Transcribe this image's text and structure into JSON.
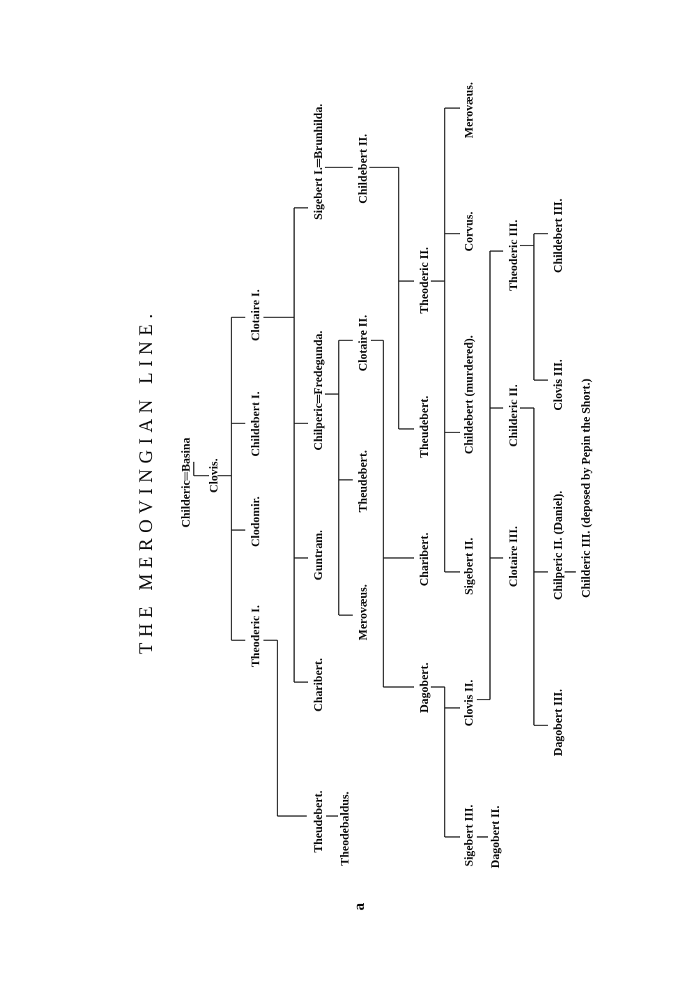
{
  "title": "THE MEROVINGIAN LINE.",
  "page_mark": "a",
  "people": {
    "childeric_basina": "Childeric═Basina",
    "clovis": "Clovis.",
    "theoderic_1": "Theoderic I.",
    "clodomir": "Clodomir.",
    "childebert_1": "Childebert I.",
    "clotaire_1": "Clotaire I.",
    "theudebert_a": "Theudebert.",
    "theodebaldus": "Theodebaldus.",
    "charibert_1": "Charibert.",
    "guntram": "Guntram.",
    "chilperic_fredegunda": "Chilperic═Fredegunda.",
    "sigebert_brunhilda": "Sigebert I.═Brunhilda.",
    "meroveus_a": "Merovæus.",
    "theudebert_b": "Theudebert.",
    "clotaire_2": "Clotaire II.",
    "childebert_2": "Childebert II.",
    "dagobert_1": "Dagobert.",
    "charibert_2": "Charibert.",
    "theudebert_c": "Theudebert.",
    "theoderic_2": "Theoderic II.",
    "sigebert_3": "Sigebert III.",
    "dagobert_2": "Dagobert II.",
    "clovis_2": "Clovis II.",
    "sigebert_2": "Sigebert II.",
    "childebert_murdered": "Childebert (murdered).",
    "corvus": "Corvus.",
    "meroveus_b": "Merovæus.",
    "clotaire_3": "Clotaire III.",
    "childeric_2": "Childeric II.",
    "theoderic_3": "Theoderic III.",
    "dagobert_3": "Dagobert III.",
    "chilperic_2": "Chilperic II. (Daniel).",
    "childeric_3": "Childeric III. (deposed by Pepin the Short.)",
    "clovis_3": "Clovis III.",
    "childebert_3": "Childebert III."
  }
}
